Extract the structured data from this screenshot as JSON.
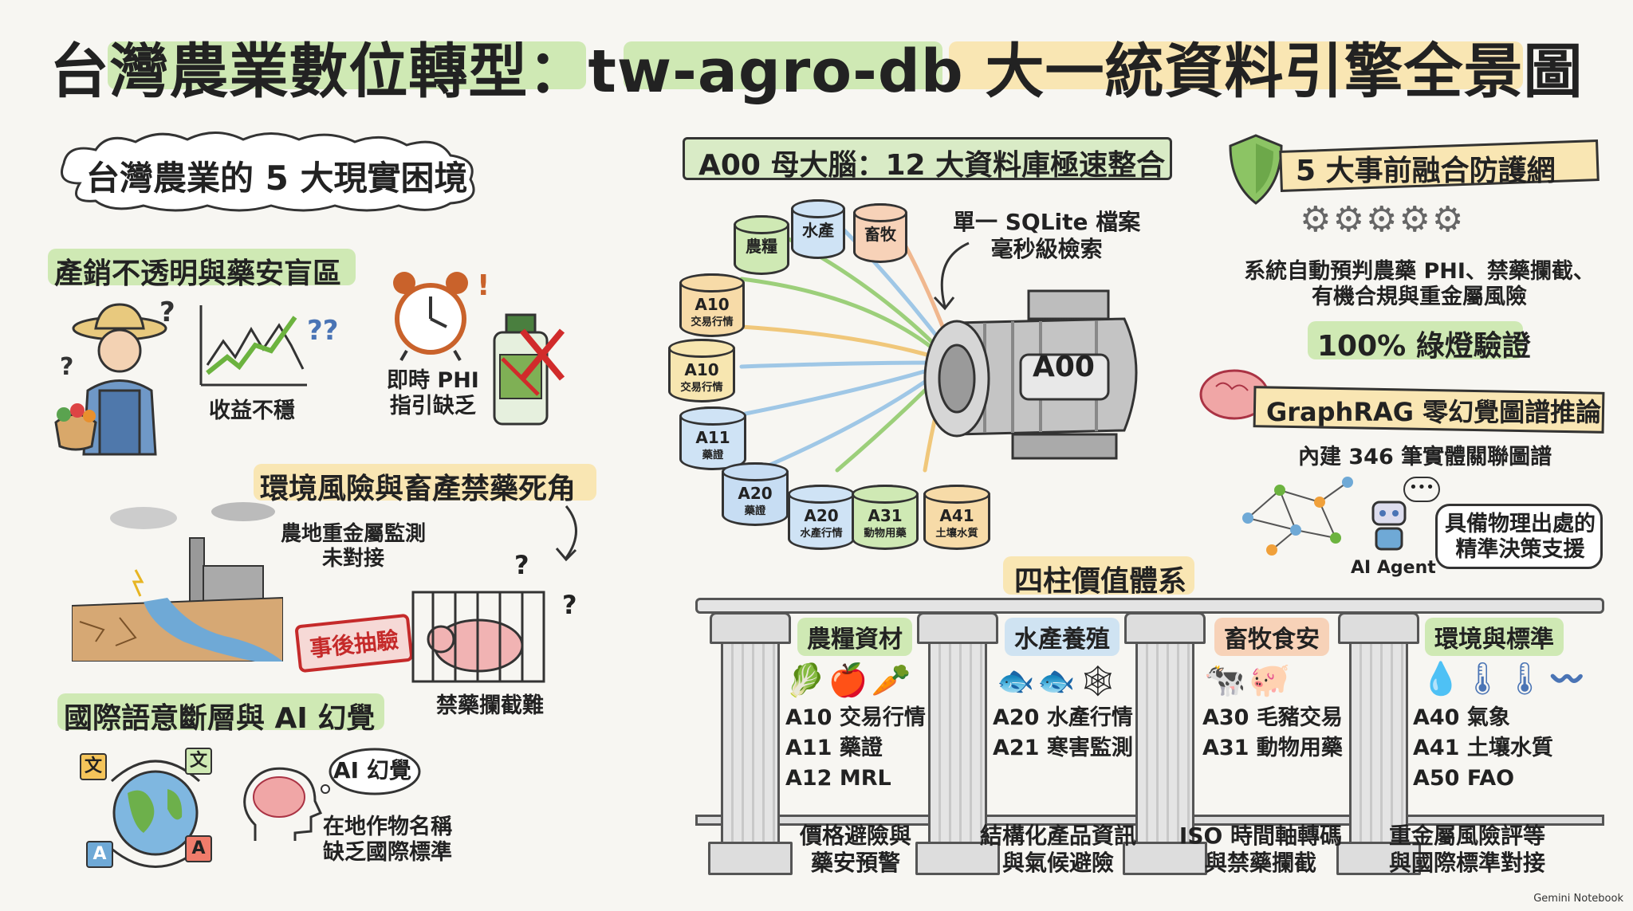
{
  "title": {
    "part1": "台灣農業數位轉型：",
    "part2": "tw-agro-db",
    "part3": "大一統資料引擎全景圖"
  },
  "left": {
    "heading": "台灣農業的 5 大現實困境",
    "p1": {
      "title": "產銷不透明與藥安盲區",
      "label_a": "收益不穩",
      "label_b1": "即時 PHI",
      "label_b2": "指引缺乏"
    },
    "p2": {
      "title": "環境風險與畜產禁藥死角",
      "label_a1": "農地重金屬監測",
      "label_a2": "未對接",
      "stamp": "事後抽驗",
      "label_b": "禁藥攔截難"
    },
    "p3": {
      "title": "國際語意斷層與 AI 幻覺",
      "bubble": "AI 幻覺",
      "label_a1": "在地作物名稱",
      "label_a2": "缺乏國際標準",
      "glyph1": "文",
      "glyph2": "文",
      "glyph3": "A",
      "glyph4": "A"
    }
  },
  "center": {
    "heading": "A00 母大腦：12 大資料庫極速整合",
    "engine_label": "A00",
    "sqlite1": "單一 SQLite 檔案",
    "sqlite2": "毫秒級檢索",
    "databases": [
      {
        "name": "A10",
        "sub": "交易行情",
        "color": "#f7dba8"
      },
      {
        "name": "A10",
        "sub": "交易行情",
        "color": "#f7e6b0"
      },
      {
        "name": "A11",
        "sub": "藥證",
        "color": "#cfe3f5"
      },
      {
        "name": "A20",
        "sub": "藥證",
        "color": "#c7ddf3"
      },
      {
        "name": "A20",
        "sub": "水產行情",
        "color": "#cfe3f5"
      },
      {
        "name": "A31",
        "sub": "動物用藥",
        "color": "#cfe9b4"
      },
      {
        "name": "A41",
        "sub": "土壤水質",
        "color": "#f7dba8"
      },
      {
        "name": "農糧",
        "sub": "",
        "color": "#cfe9b4"
      },
      {
        "name": "水產",
        "sub": "",
        "color": "#cfe3f5"
      },
      {
        "name": "畜牧",
        "sub": "",
        "color": "#f7d2b8"
      }
    ]
  },
  "right": {
    "shield_title": "5 大事前融合防護網",
    "shield_desc1": "系統自動預判農藥 PHI、禁藥攔截、",
    "shield_desc2": "有機合規與重金屬風險",
    "green": "100% 綠燈驗證",
    "graph_title": "GraphRAG 零幻覺圖譜推論",
    "graph_desc": "內建 346 筆實體關聯圖譜",
    "agent": "AI Agent",
    "agent_bubble1": "具備物理出處的",
    "agent_bubble2": "精準決策支援"
  },
  "pillars": {
    "heading": "四柱價值體系",
    "columns": [
      {
        "title": "農糧資材",
        "color": "#cfe9b4",
        "items": [
          "A10 交易行情",
          "A11 藥證",
          "A12 MRL"
        ],
        "foot1": "價格避險與",
        "foot2": "藥安預警"
      },
      {
        "title": "水產養殖",
        "color": "#cfe3f2",
        "items": [
          "A20 水產行情",
          "A21 寒害監測"
        ],
        "foot1": "結構化產品資訊",
        "foot2": "與氣候避險"
      },
      {
        "title": "畜牧食安",
        "color": "#f7d2b8",
        "items": [
          "A30 毛豬交易",
          "A31 動物用藥"
        ],
        "foot1": "ISO 時間軸轉碼",
        "foot2": "與禁藥攔截"
      },
      {
        "title": "環境與標準",
        "color": "#cfe9b4",
        "items": [
          "A40 氣象",
          "A41 土壤水質",
          "A50 FAO"
        ],
        "foot1": "重金屬風險評等",
        "foot2": "與國際標準對接"
      }
    ]
  },
  "footer": "Gemini Notebook"
}
